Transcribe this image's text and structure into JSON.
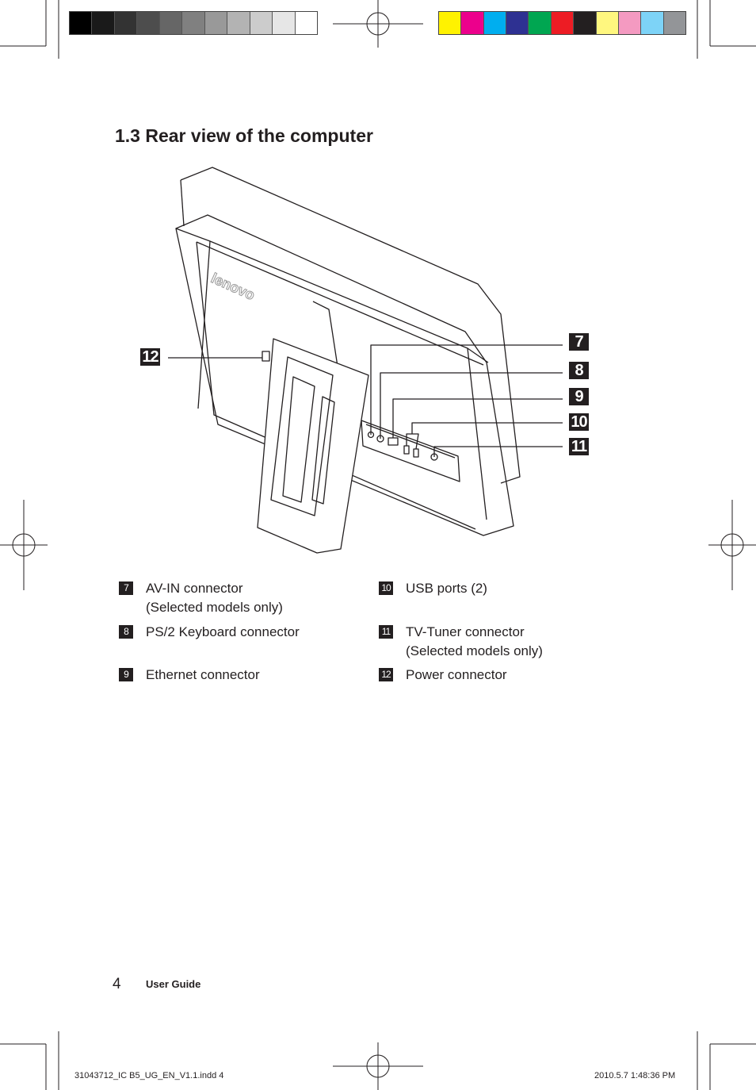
{
  "heading": "1.3 Rear view of the computer",
  "callouts": [
    "7",
    "8",
    "9",
    "10",
    "11",
    "12"
  ],
  "legend": [
    {
      "num": "7",
      "text": "AV-IN connector",
      "text2": "(Selected models only)"
    },
    {
      "num": "8",
      "text": "PS/2 Keyboard connector",
      "text2": ""
    },
    {
      "num": "9",
      "text": "Ethernet connector",
      "text2": ""
    },
    {
      "num": "10",
      "text": "USB ports (2)",
      "text2": ""
    },
    {
      "num": "11",
      "text": "TV-Tuner connector",
      "text2": "(Selected models only)"
    },
    {
      "num": "12",
      "text": "Power connector",
      "text2": ""
    }
  ],
  "footer": {
    "page_number": "4",
    "running_head": "User Guide",
    "slug_file": "31043712_IC B5_UG_EN_V1.1.indd   4",
    "slug_date": "2010.5.7    1:48:36 PM"
  },
  "logo_text": "lenovo",
  "colors": {
    "gray_bar": [
      "#000000",
      "#1a1a1a",
      "#333333",
      "#4d4d4d",
      "#666666",
      "#808080",
      "#999999",
      "#b3b3b3",
      "#cccccc",
      "#e6e6e6",
      "#ffffff"
    ],
    "color_bar": [
      "#fff200",
      "#ec008c",
      "#00aeef",
      "#2e3192",
      "#00a651",
      "#ed1c24",
      "#231f20",
      "#fff77f",
      "#f49ac1",
      "#7dd3f7",
      "#939598"
    ]
  }
}
